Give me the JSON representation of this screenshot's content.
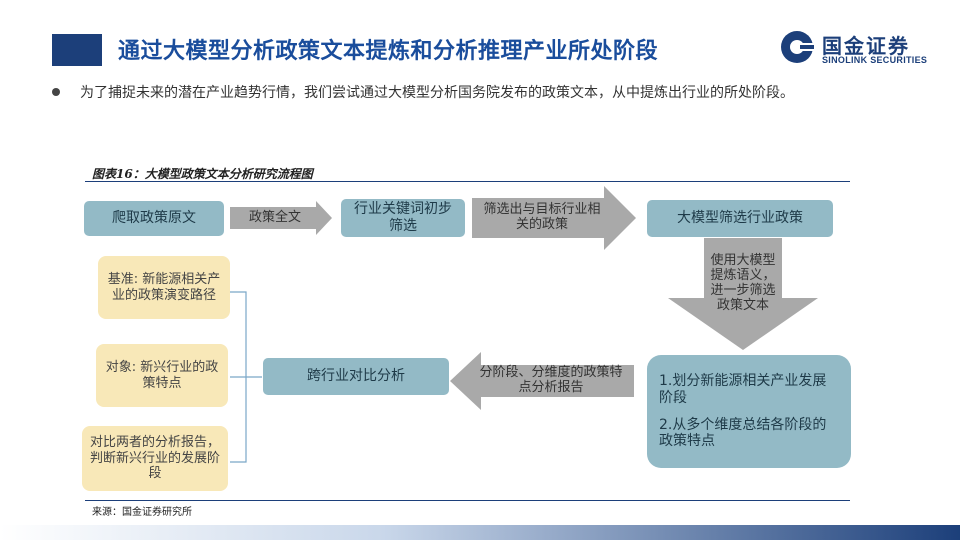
{
  "header": {
    "title": "通过大模型分析政策文本提炼和分析推理产业所处阶段"
  },
  "logo": {
    "cn": "国金证券",
    "en": "SINOLINK SECURITIES"
  },
  "bullet": "为了捕捉未来的潜在产业趋势行情，我们尝试通过大模型分析国务院发布的政策文本，从中提炼出行业的所处阶段。",
  "figure": {
    "title": "图表16：大模型政策文本分析研究流程图",
    "source": "来源：国金证券研究所"
  },
  "flow": {
    "step1": "爬取政策原文",
    "arrow1": "政策全文",
    "step2": "行业关键词初步筛选",
    "arrow2": "筛选出与目标行业相关的政策",
    "step3": "大模型筛选行业政策",
    "arrow3": "使用大模型提炼语义，进一步筛选政策文本",
    "step4_line1": "1.划分新能源相关产业发展阶段",
    "step4_line2": "2.从多个维度总结各阶段的政策特点",
    "arrow4": "分阶段、分维度的政策特点分析报告",
    "step5": "跨行业对比分析",
    "side1": "基准: 新能源相关产业的政策演变路径",
    "side2": "对象: 新兴行业的政策特点",
    "side3": "对比两者的分析报告，判断新兴行业的发展阶段"
  },
  "colors": {
    "title_blue": "#1a4d9c",
    "teal_box": "#93bac6",
    "cream_box": "#f8e8b8",
    "arrow_gray": "#a9a9a9"
  }
}
